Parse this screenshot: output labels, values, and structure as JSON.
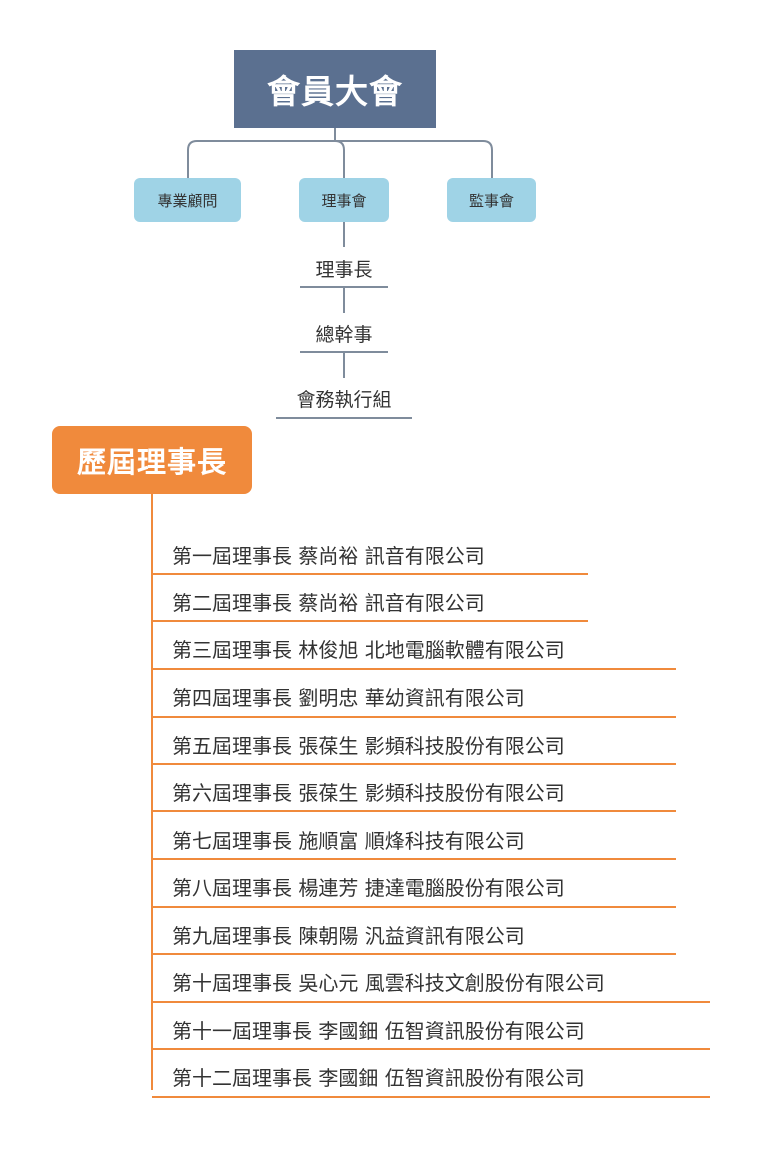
{
  "org": {
    "root": "會員大會",
    "branches": [
      "專業顧問",
      "理事會",
      "監事會"
    ],
    "chain": [
      "理事長",
      "總幹事",
      "會務執行組"
    ]
  },
  "history": {
    "title": "歷屆理事長",
    "items": [
      "第一屆理事長 蔡尚裕  訊音有限公司",
      "第二屆理事長 蔡尚裕  訊音有限公司",
      "第三屆理事長 林俊旭  北地電腦軟體有限公司",
      "第四屆理事長 劉明忠  華幼資訊有限公司",
      "第五屆理事長 張葆生  影頻科技股份有限公司",
      "第六屆理事長 張葆生  影頻科技股份有限公司",
      "第七屆理事長 施順富  順烽科技有限公司",
      "第八屆理事長 楊連芳  捷達電腦股份有限公司",
      "第九屆理事長 陳朝陽  汎益資訊有限公司",
      "第十屆理事長 吳心元  風雲科技文創股份有限公司",
      "第十一屆理事長 李國鈿  伍智資訊股份有限公司",
      "第十二屆理事長 李國鈿  伍智資訊股份有限公司"
    ]
  },
  "colors": {
    "root": "#5b7090",
    "branch": "#9fd3e6",
    "connector": "#7f8c9c",
    "accent": "#f08a3c"
  }
}
